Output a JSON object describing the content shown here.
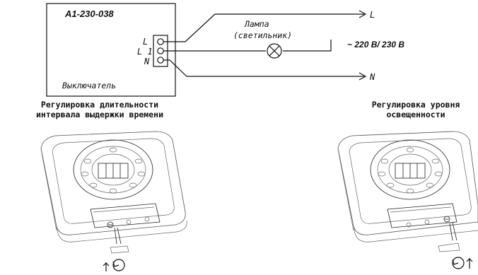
{
  "switch_box": {
    "model": "A1-230-038",
    "label": "Выключатель",
    "terminals": [
      "L",
      "L 1",
      "N"
    ]
  },
  "lamp": {
    "line1": "Лампа",
    "line2": "(светильник)"
  },
  "outputs": {
    "line_label": "L",
    "neutral_label": "N",
    "voltage": "~ 220 В/ 230 В"
  },
  "captions": {
    "left_line1": "Регулировка длительности",
    "left_line2": "интервала выдержки времени",
    "right_line1": "Регулировка уровня",
    "right_line2": "освещенности"
  },
  "icons": [
    "rotate-arrow-icon",
    "lamp-symbol-icon"
  ]
}
